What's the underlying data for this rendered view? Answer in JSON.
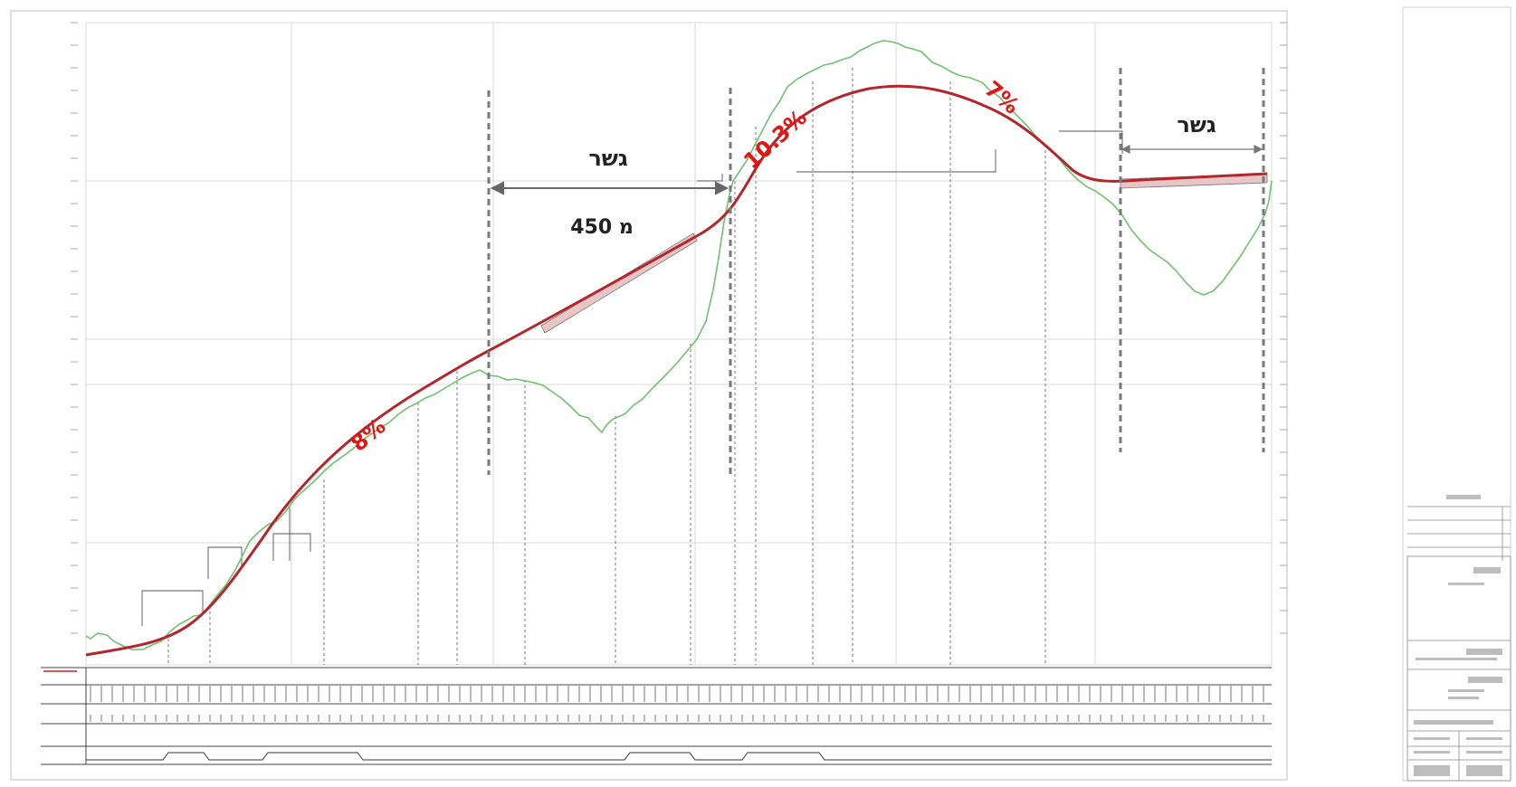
{
  "annotations": {
    "bridge_left_label": "גשר",
    "bridge_left_length": "450 מ",
    "bridge_right_label": "גשר",
    "grade_1": "8%",
    "grade_2": "10.3%",
    "grade_3": "7%"
  },
  "colors": {
    "design_profile": "#b3262b",
    "ground_profile": "#6ec26e",
    "bridge_marker": "#7a7a7a",
    "grade_text": "#e21414",
    "grid": "#d6d6d6",
    "bridge_band": "#e8c6c6"
  }
}
